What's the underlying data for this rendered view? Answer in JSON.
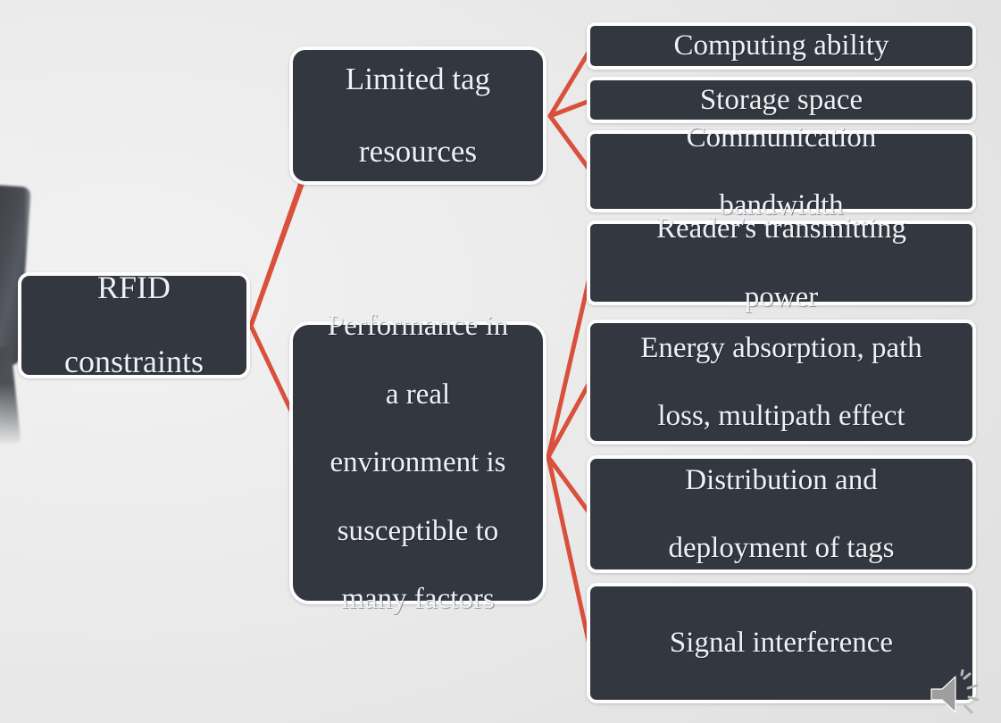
{
  "slide": {
    "background_color": "#e6e6e6",
    "node_fill": "#33373f",
    "node_border": "#fdfdfd",
    "text_color": "#eef2f7",
    "connector_color": "#d9503c"
  },
  "diagram": {
    "type": "hierarchy",
    "root": {
      "label": "RFID\nconstraints",
      "line1": "RFID",
      "line2": "constraints"
    },
    "branches": [
      {
        "label": "Limited  tag resources",
        "line1": "Limited  tag",
        "line2": "resources",
        "children": [
          "Computing ability",
          "Storage space",
          "Communication bandwidth"
        ]
      },
      {
        "label": "Performance in a real environment is susceptible to many factors",
        "line1": "Performance in",
        "line2": "a real",
        "line3": "environment is",
        "line4": "susceptible to",
        "line5": "many factors",
        "children": [
          "Reader's  transmitting power",
          "Energy absorption, path loss, multipath effect",
          "Distribution and deployment of tags",
          "Signal interference"
        ]
      }
    ],
    "leaves": [
      {
        "id": "leaf-0",
        "line1": "Computing ability",
        "line2": ""
      },
      {
        "id": "leaf-1",
        "line1": "Storage space",
        "line2": ""
      },
      {
        "id": "leaf-2",
        "line1": "Communication",
        "line2": "bandwidth"
      },
      {
        "id": "leaf-3",
        "line1": "Reader's  transmitting",
        "line2": "power"
      },
      {
        "id": "leaf-4",
        "line1": "Energy absorption, path",
        "line2": "loss, multipath effect"
      },
      {
        "id": "leaf-5",
        "line1": "Distribution and",
        "line2": "deployment of tags"
      },
      {
        "id": "leaf-6",
        "line1": "Signal interference",
        "line2": ""
      }
    ]
  },
  "media": {
    "audio_icon_name": "speaker-icon",
    "audio_icon_color": "#9b9b9b"
  }
}
